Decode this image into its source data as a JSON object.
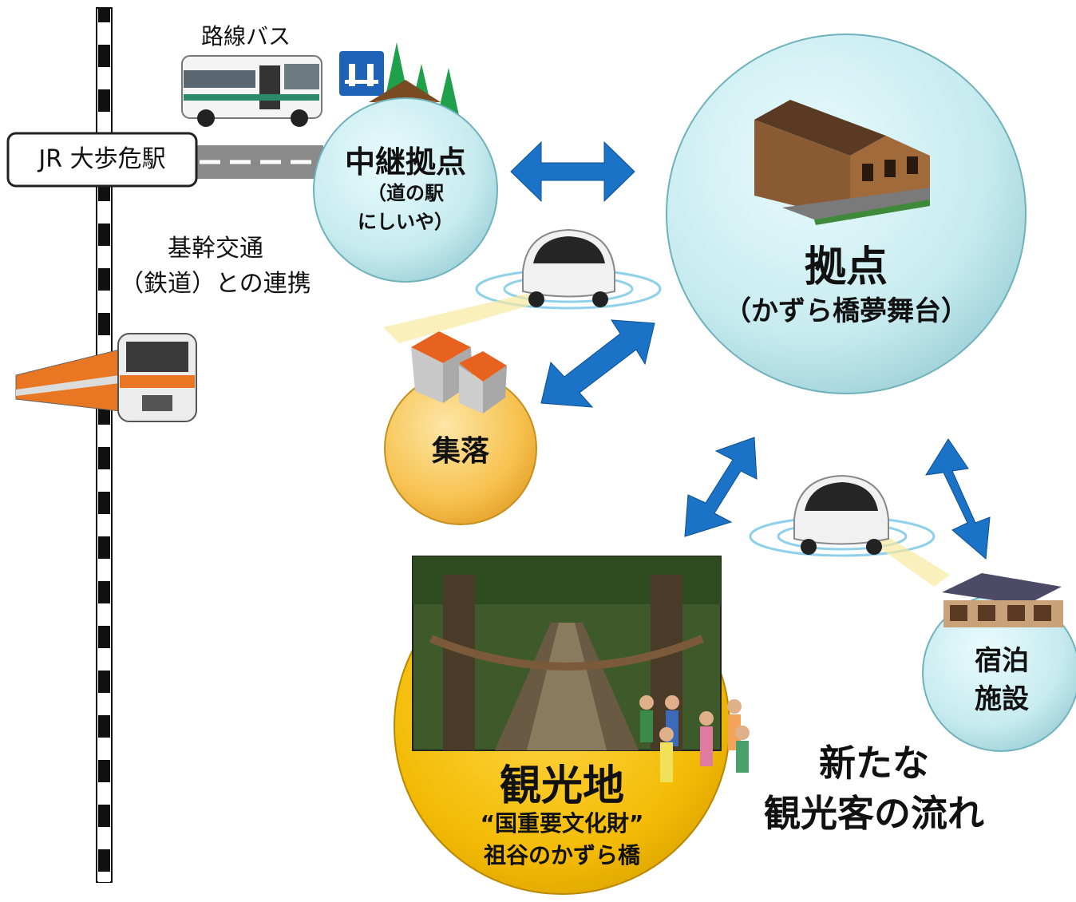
{
  "rail": {
    "station_label": "JR 大歩危駅"
  },
  "labels": {
    "bus": "路線バス",
    "trunk_line1": "基幹交通",
    "trunk_line2": "（鉄道）との連携",
    "new_flow_line1": "新たな",
    "new_flow_line2": "観光客の流れ"
  },
  "nodes": {
    "relay": {
      "title": "中継拠点",
      "sub1": "（道の駅",
      "sub2": "にしいや）"
    },
    "base": {
      "title": "拠点",
      "sub": "（かずら橋夢舞台）"
    },
    "village": {
      "title": "集落"
    },
    "lodging": {
      "line1": "宿泊",
      "line2": "施設"
    },
    "tourist": {
      "title": "観光地",
      "sub1": "“国重要文化財”",
      "sub2": "祖谷のかずら橋"
    }
  },
  "colors": {
    "arrow": "#1a73c7",
    "light_circle": "#cdeef2",
    "village_circle": "#f8c04a",
    "tourist_circle": "#f2b800"
  }
}
